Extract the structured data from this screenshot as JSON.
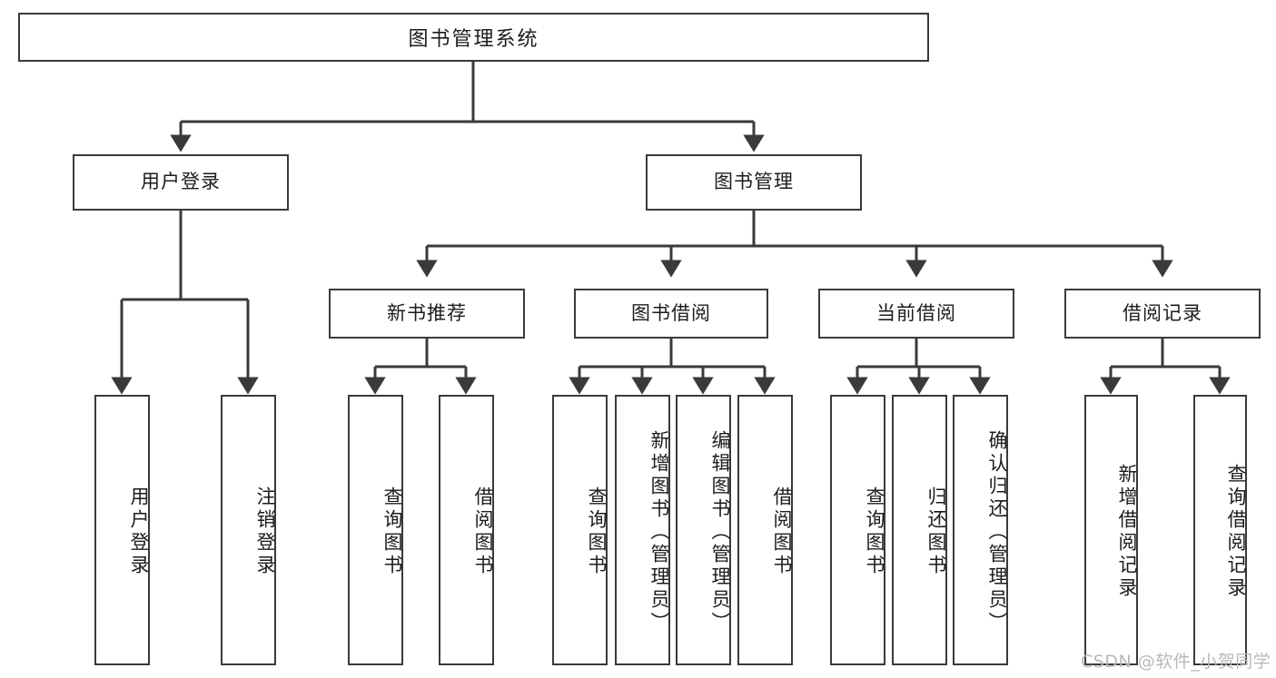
{
  "diagram": {
    "title": "图书管理系统",
    "watermark": "CSDN @软件_小贺同学",
    "colors": {
      "box_border": "#3a3a3a",
      "box_fill": "#ffffff",
      "edge": "#3a3a3a",
      "text": "#1c1c1c",
      "watermark": "#b9b9b9",
      "background": "#ffffff"
    },
    "nodes": {
      "root": {
        "label": "图书管理系统"
      },
      "level2": [
        {
          "label": "用户登录"
        },
        {
          "label": "图书管理"
        }
      ],
      "level3": [
        {
          "label": "新书推荐"
        },
        {
          "label": "图书借阅"
        },
        {
          "label": "当前借阅"
        },
        {
          "label": "借阅记录"
        }
      ],
      "leaves": {
        "user_login": [
          {
            "label": "用户登录"
          },
          {
            "label": "注销登录"
          }
        ],
        "new_book": [
          {
            "label": "查询图书"
          },
          {
            "label": "借阅图书"
          }
        ],
        "book_borrow": [
          {
            "label": "查询图书"
          },
          {
            "label": "新增图书（管理员）"
          },
          {
            "label": "编辑图书（管理员）"
          },
          {
            "label": "借阅图书"
          }
        ],
        "current_borrow": [
          {
            "label": "查询图书"
          },
          {
            "label": "归还图书"
          },
          {
            "label": "确认归还（管理员）"
          }
        ],
        "borrow_record": [
          {
            "label": "新增借阅记录"
          },
          {
            "label": "查询借阅记录"
          }
        ]
      }
    }
  }
}
